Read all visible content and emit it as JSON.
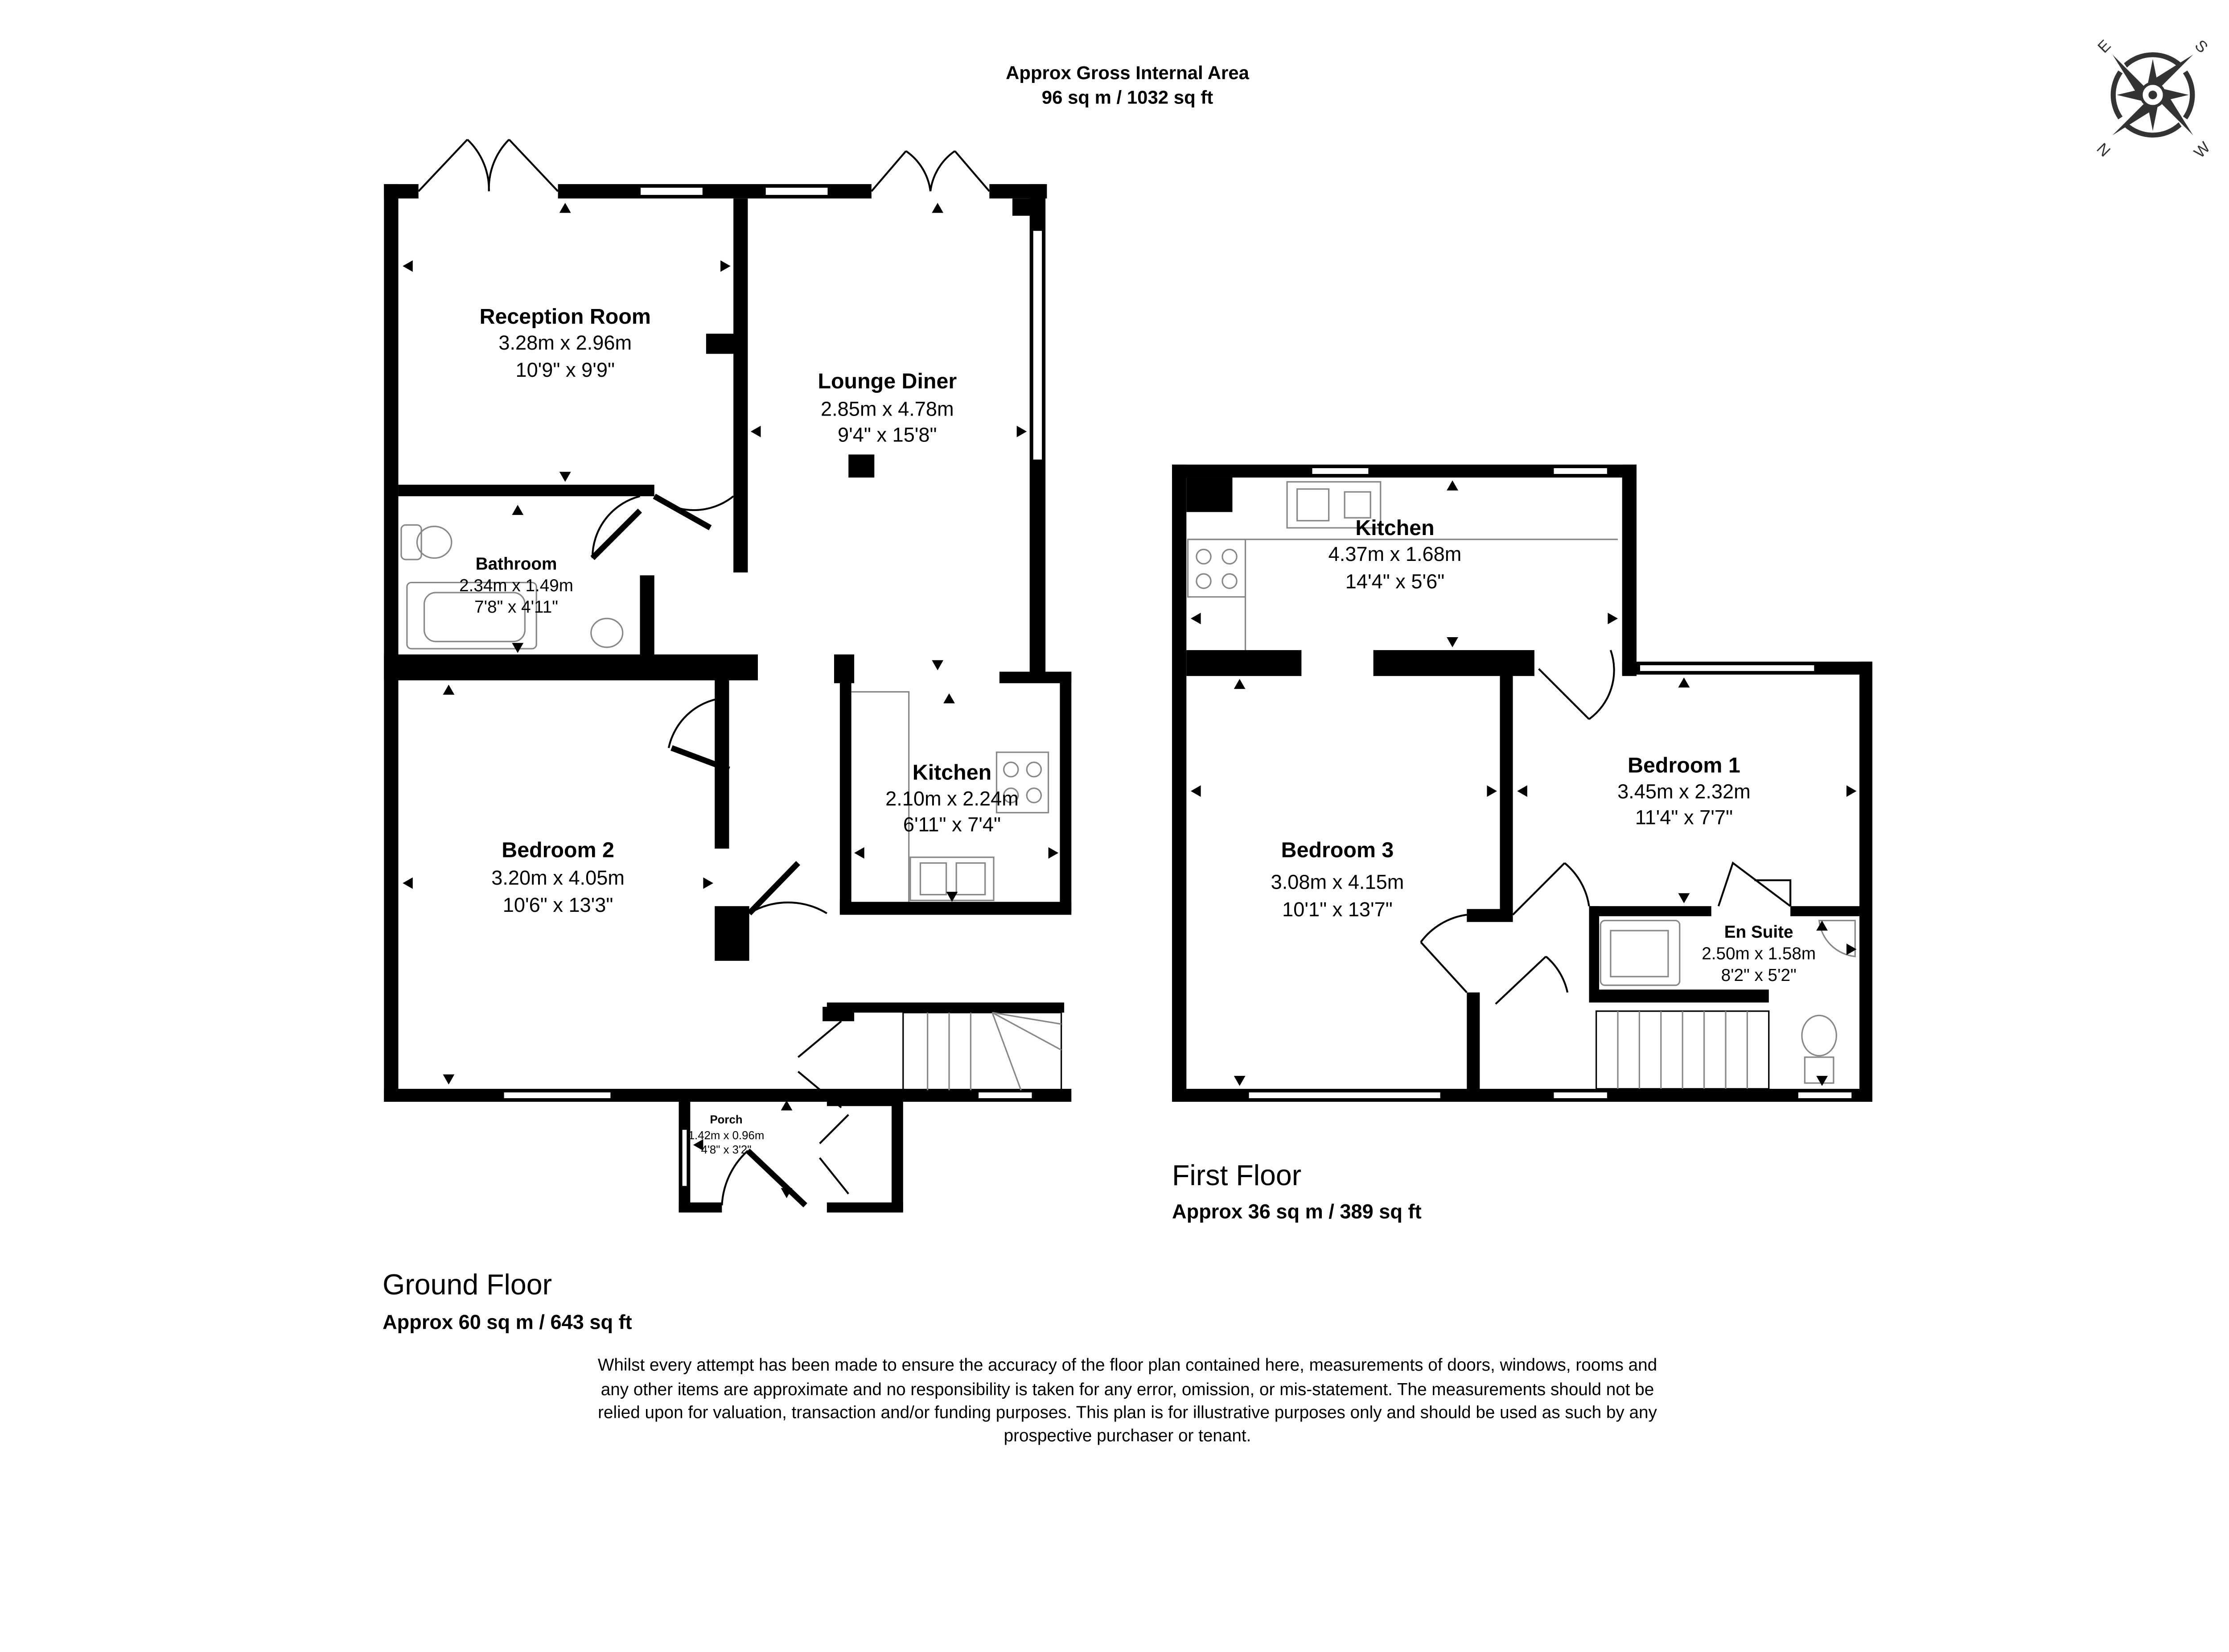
{
  "header": {
    "title": "Approx Gross Internal Area",
    "area": "96 sq m / 1032 sq ft"
  },
  "compass": {
    "labels": [
      "E",
      "S",
      "N",
      "W"
    ]
  },
  "ground_floor": {
    "label": "Ground Floor",
    "area": "Approx 60 sq m / 643 sq ft",
    "rooms": [
      {
        "name": "Reception Room",
        "metric": "3.28m x 2.96m",
        "imperial": "10'9\" x 9'9\""
      },
      {
        "name": "Lounge Diner",
        "metric": "2.85m x 4.78m",
        "imperial": "9'4\" x 15'8\""
      },
      {
        "name": "Bathroom",
        "metric": "2.34m x 1.49m",
        "imperial": "7'8\" x 4'11\""
      },
      {
        "name": "Kitchen",
        "metric": "2.10m x 2.24m",
        "imperial": "6'11\" x 7'4\""
      },
      {
        "name": "Bedroom 2",
        "metric": "3.20m x 4.05m",
        "imperial": "10'6\" x 13'3\""
      },
      {
        "name": "Porch",
        "metric": "1.42m x 0.96m",
        "imperial": "4'8\" x 3'2\""
      }
    ]
  },
  "first_floor": {
    "label": "First Floor",
    "area": "Approx 36 sq m / 389 sq ft",
    "rooms": [
      {
        "name": "Kitchen",
        "metric": "4.37m x 1.68m",
        "imperial": "14'4\" x 5'6\""
      },
      {
        "name": "Bedroom 1",
        "metric": "3.45m x 2.32m",
        "imperial": "11'4\" x 7'7\""
      },
      {
        "name": "Bedroom 3",
        "metric": "3.08m x 4.15m",
        "imperial": "10'1\" x 13'7\""
      },
      {
        "name": "En Suite",
        "metric": "2.50m x 1.58m",
        "imperial": "8'2\" x 5'2\""
      }
    ]
  },
  "disclaimer": [
    "Whilst every attempt has been made to ensure the accuracy of the floor plan contained here, measurements of doors, windows, rooms and",
    "any other items are approximate and no responsibility is taken for any error, omission, or mis-statement. The measurements should not be",
    "relied upon for valuation, transaction and/or funding purposes. This plan is for illustrative purposes only and should be used as such by any",
    "prospective purchaser or tenant."
  ]
}
